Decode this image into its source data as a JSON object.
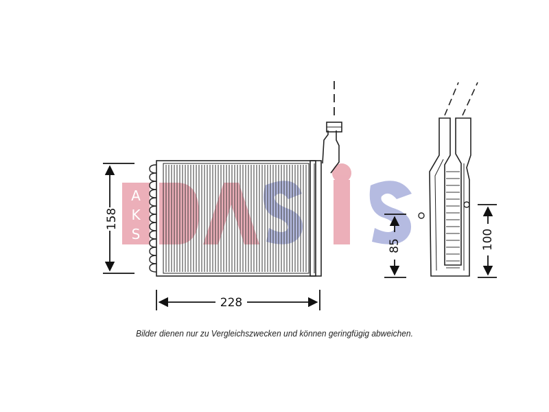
{
  "watermark": {
    "logo_text": "AKS DASIS",
    "colors": {
      "red": "#e9a2ad",
      "blue": "#a9b0dc"
    }
  },
  "dimensions": {
    "height": "158",
    "width": "228",
    "inlet_offset": "85",
    "outlet_offset": "100"
  },
  "caption": "Bilder dienen nur zu Vergleichszwecken und können geringfügig abweichen."
}
